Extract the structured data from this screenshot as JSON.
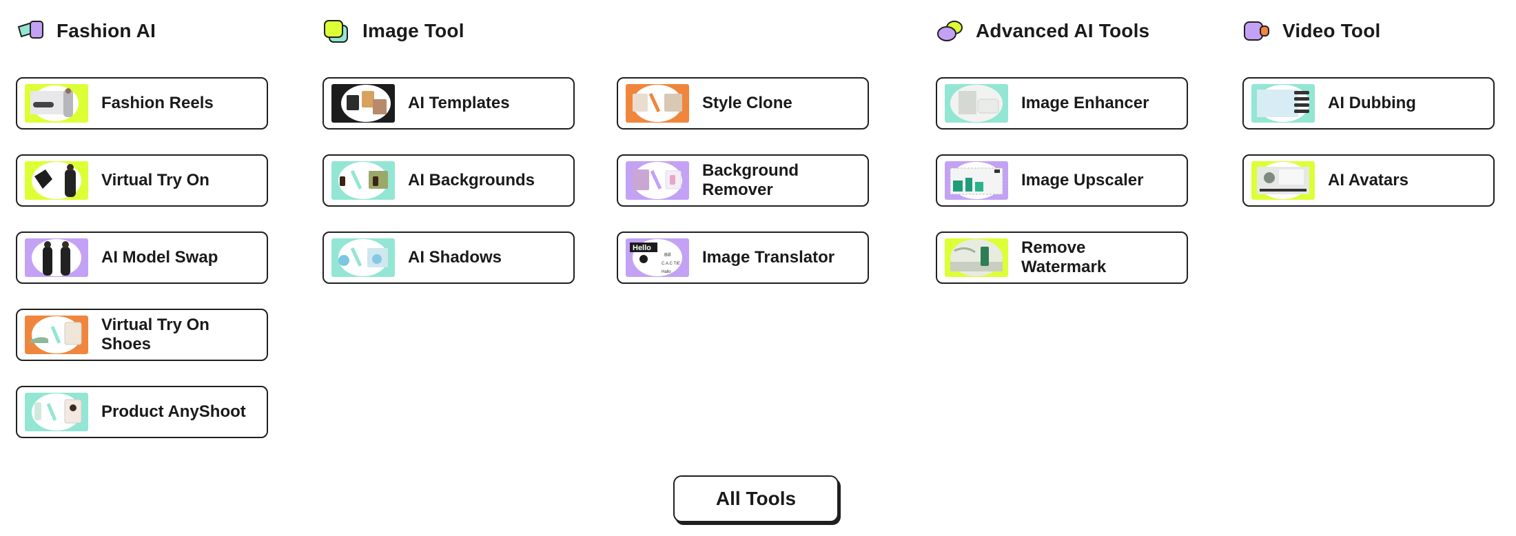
{
  "colors": {
    "mint": "#93e6d3",
    "lime": "#dcff35",
    "lavender": "#c3a2f5",
    "orange": "#f0863d",
    "border": "#1f1f1f"
  },
  "sections": {
    "fashion": {
      "title": "Fashion AI",
      "icon": "fashion-ai-icon"
    },
    "image": {
      "title": "Image Tool",
      "icon": "image-tool-icon"
    },
    "advanced": {
      "title": "Advanced AI Tools",
      "icon": "advanced-ai-icon"
    },
    "video": {
      "title": "Video Tool",
      "icon": "video-tool-icon"
    }
  },
  "tools": {
    "fashion_reels": "Fashion Reels",
    "virtual_try_on": "Virtual Try On",
    "ai_model_swap": "AI Model Swap",
    "virtual_try_on_shoes": "Virtual Try On Shoes",
    "product_anyshoot": "Product AnyShoot",
    "ai_templates": "AI Templates",
    "ai_backgrounds": "AI Backgrounds",
    "ai_shadows": "AI Shadows",
    "style_clone": "Style Clone",
    "background_remover": "Background Remover",
    "image_translator": "Image Translator",
    "image_enhancer": "Image Enhancer",
    "image_upscaler": "Image Upscaler",
    "remove_watermark": "Remove Watermark",
    "ai_dubbing": "AI Dubbing",
    "ai_avatars": "AI Avatars"
  },
  "thumbnail_text": {
    "translator_hello": "Hello",
    "translator_sub": "Bill",
    "translator_alt": "C.A.C TIE",
    "translator_small": "Hallo"
  },
  "footer": {
    "all_tools_label": "All Tools"
  }
}
